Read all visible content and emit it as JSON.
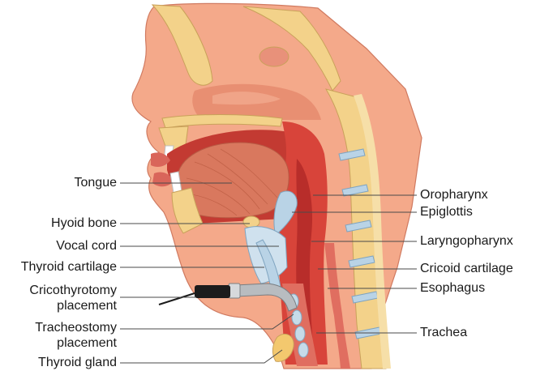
{
  "diagram": {
    "labels_left": {
      "tongue": "Tongue",
      "hyoid_bone": "Hyoid bone",
      "vocal_cord": "Vocal cord",
      "thyroid_cartilage": "Thyroid cartilage",
      "cricothyrotomy_line1": "Cricothyrotomy",
      "cricothyrotomy_line2": "placement",
      "tracheostomy_line1": "Tracheostomy",
      "tracheostomy_line2": "placement",
      "thyroid_gland": "Thyroid gland"
    },
    "labels_right": {
      "oropharynx": "Oropharynx",
      "epiglottis": "Epiglottis",
      "laryngopharynx": "Laryngopharynx",
      "cricoid_cartilage": "Cricoid cartilage",
      "esophagus": "Esophagus",
      "trachea": "Trachea"
    },
    "colors": {
      "skin": "#f4a98a",
      "skin_shadow": "#e0876a",
      "bone": "#f3d28a",
      "bone_light": "#fae7b6",
      "mucosa": "#d8443a",
      "cavity": "#b82d2a",
      "tongue": "#d9785e",
      "cartilage": "#b9d3e6",
      "tube_gray": "#b8bcc0",
      "tube_black": "#1c1c1c",
      "leader": "#4a4a4a"
    }
  }
}
